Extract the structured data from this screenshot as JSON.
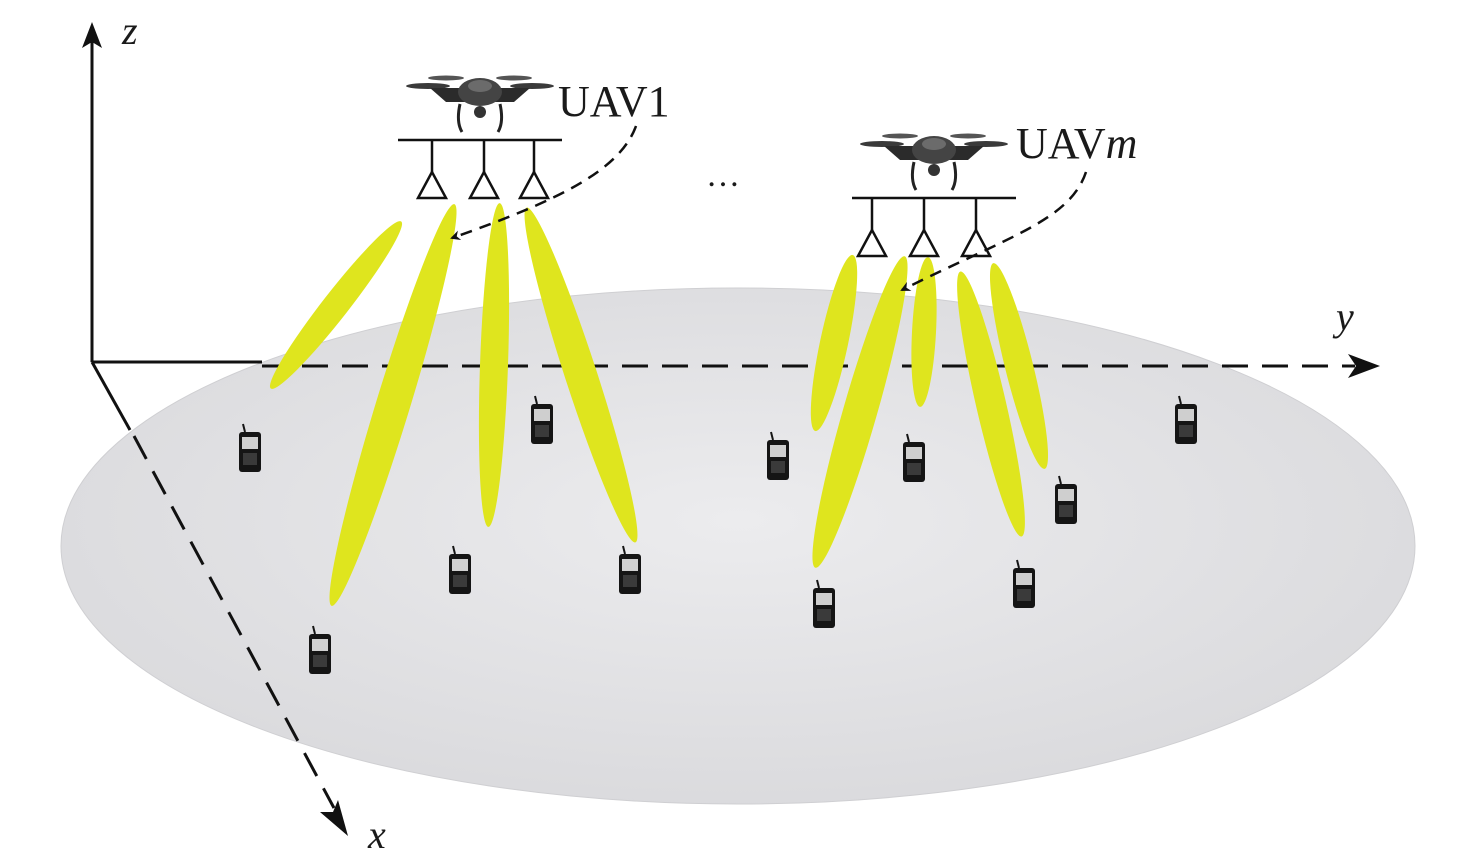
{
  "axes": {
    "x": "x",
    "y": "y",
    "z": "z"
  },
  "uavs": [
    {
      "label_text": "UAV",
      "label_index": "1",
      "index_italic": false
    },
    {
      "label_text": "UAV",
      "label_index": "m",
      "index_italic": true
    }
  ],
  "ellipsis": "…",
  "colors": {
    "ground": "#e3e3e5",
    "beam": "#dfe51e",
    "beam_glow": "#eef28a",
    "line": "#111111"
  }
}
